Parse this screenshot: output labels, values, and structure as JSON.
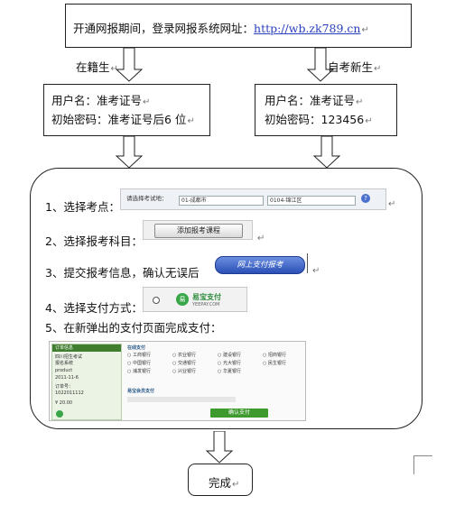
{
  "top": {
    "label": "开通网报期间，登录网报系统网址：",
    "url": "http://wb.zk789.cn"
  },
  "branches": {
    "left": {
      "edge": "在籍生",
      "user": "用户名：准考证号",
      "pwd": "初始密码：准考证号后6 位"
    },
    "right": {
      "edge": "自考新生",
      "user": "用户名：准考证号",
      "pwd": "初始密码：123456"
    }
  },
  "steps": [
    {
      "label": "1、选择考点："
    },
    {
      "label": "2、选择报考科目："
    },
    {
      "label": "3、提交报考信息，确认无误后"
    },
    {
      "label": "4、选择支付方式："
    },
    {
      "label": "5、在新弹出的支付页面完成支付："
    }
  ],
  "shot1": {
    "prompt": "请选择考试地：",
    "city": "01-成都市",
    "district": "0104-锦江区"
  },
  "shot2": {
    "button": "添加报考课程"
  },
  "shot3": {
    "button": "网上支付报考"
  },
  "shot4": {
    "name": "易宝支付",
    "domain": "YEEPAY.COM"
  },
  "shot5": {
    "order_title": "订单信息",
    "order_lines": [
      "四川招生考试",
      "报名系统",
      "product",
      "2011-11-6",
      "订单号：",
      "1022011112",
      "¥ 20.00"
    ],
    "section_online": "在线支付",
    "banks": [
      "工商银行",
      "农业银行",
      "建设银行",
      "招商银行",
      "中国银行",
      "交通银行",
      "光大银行",
      "民生银行",
      "浦发银行",
      "兴业银行",
      "华夏银行"
    ],
    "section_member": "易宝会员支付",
    "confirm": "确认支付"
  },
  "end": {
    "label": "完成"
  }
}
